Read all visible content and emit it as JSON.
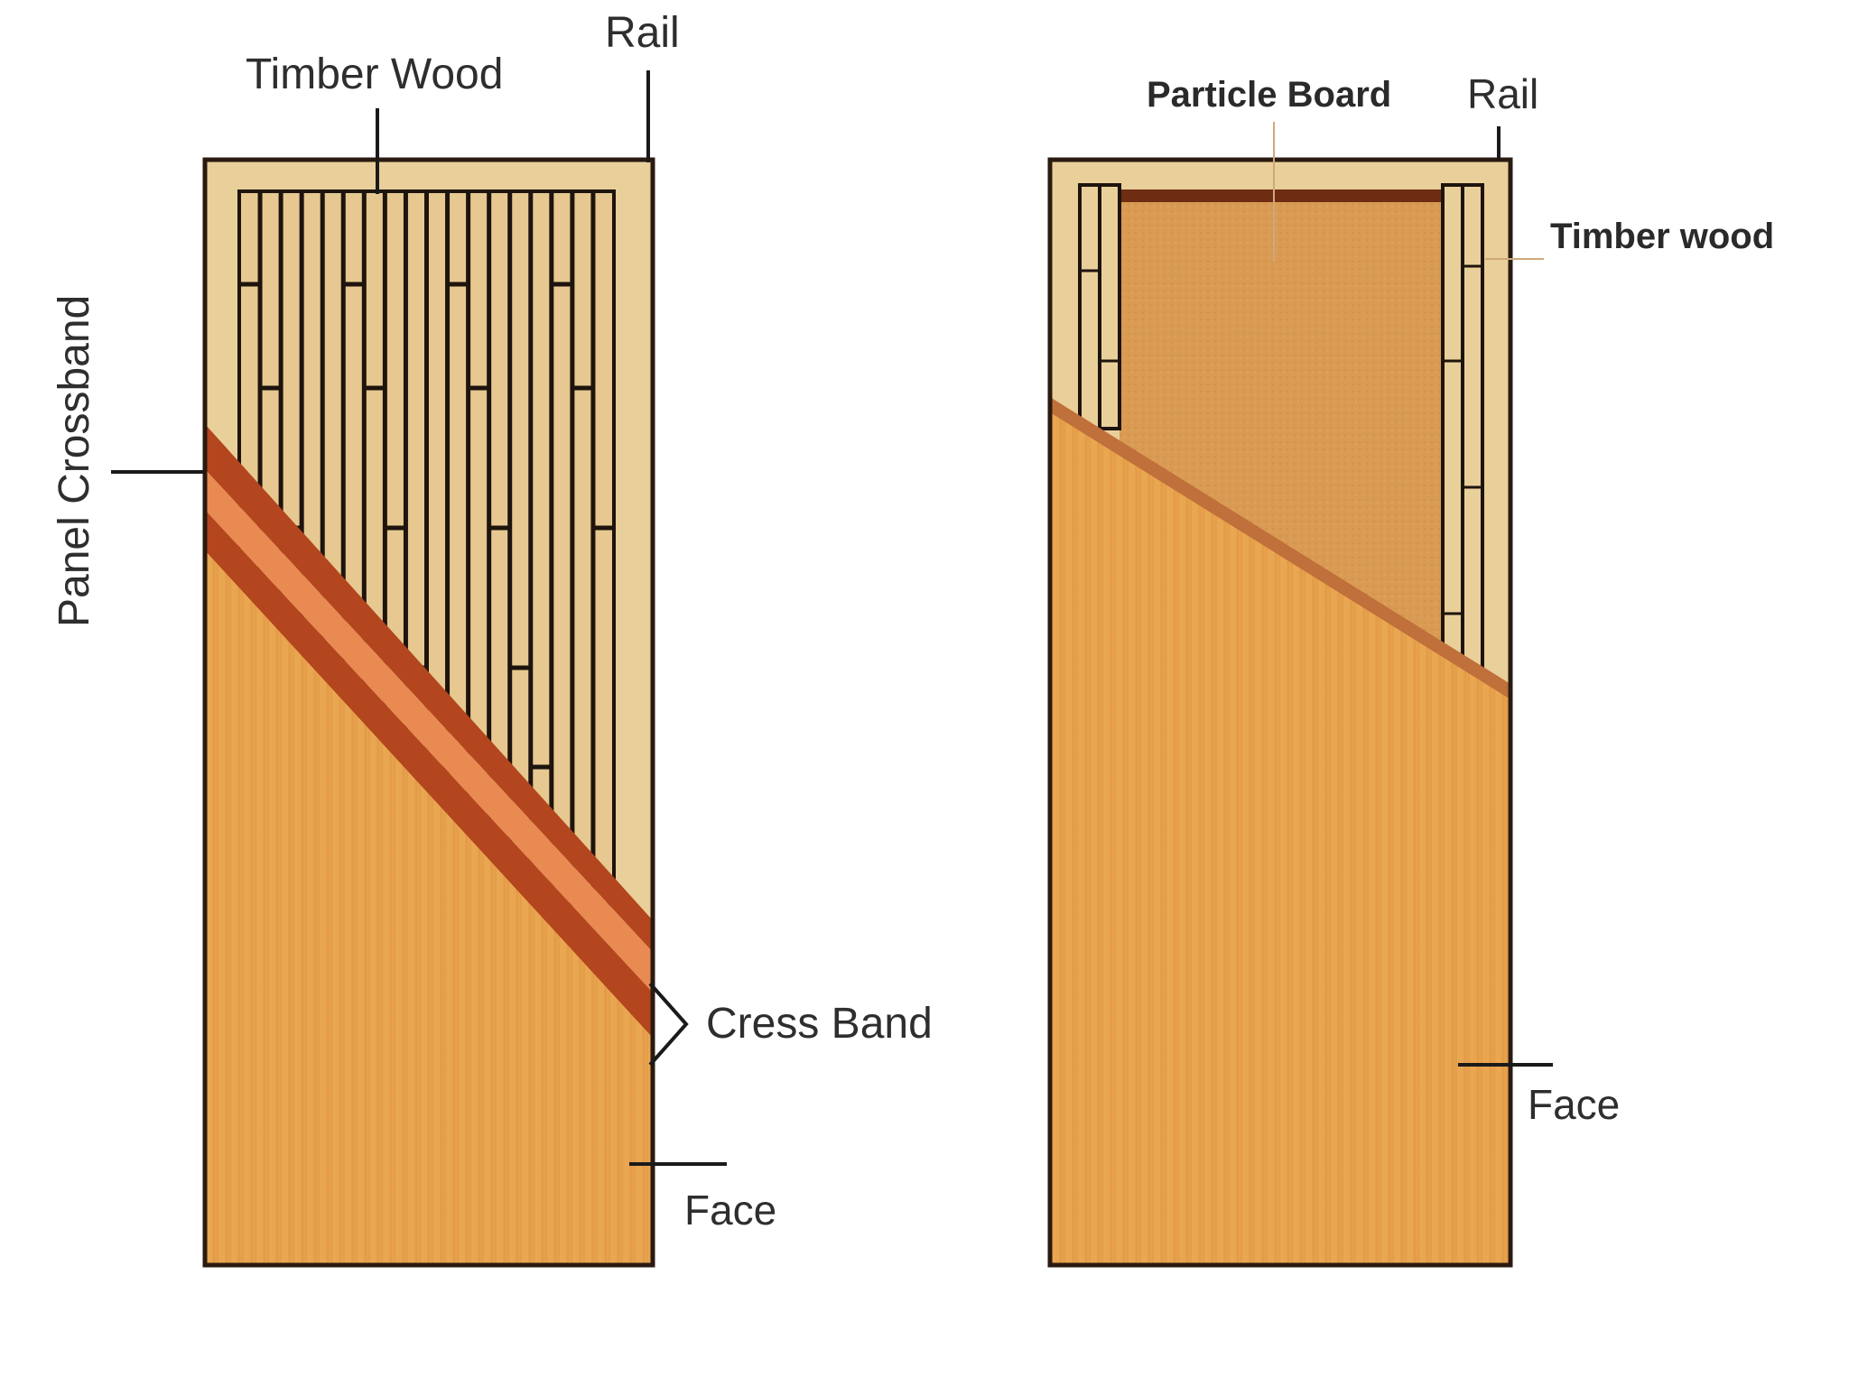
{
  "left_door": {
    "labels": {
      "timber_wood": "Timber Wood",
      "rail": "Rail",
      "panel_crossband": "Panel Crossband",
      "cross_band": "Cress Band",
      "face": "Face"
    }
  },
  "right_door": {
    "labels": {
      "particle_board": "Particle Board",
      "rail": "Rail",
      "timber_wood": "Timber wood",
      "face": "Face"
    }
  },
  "colors": {
    "rail_frame": "#e9cf9a",
    "face_veneer": "#e8a046",
    "crossband_dark": "#b3461e",
    "crossband_light": "#e98a52",
    "particle_board": "#d99b54",
    "outline": "#2a1a10"
  }
}
